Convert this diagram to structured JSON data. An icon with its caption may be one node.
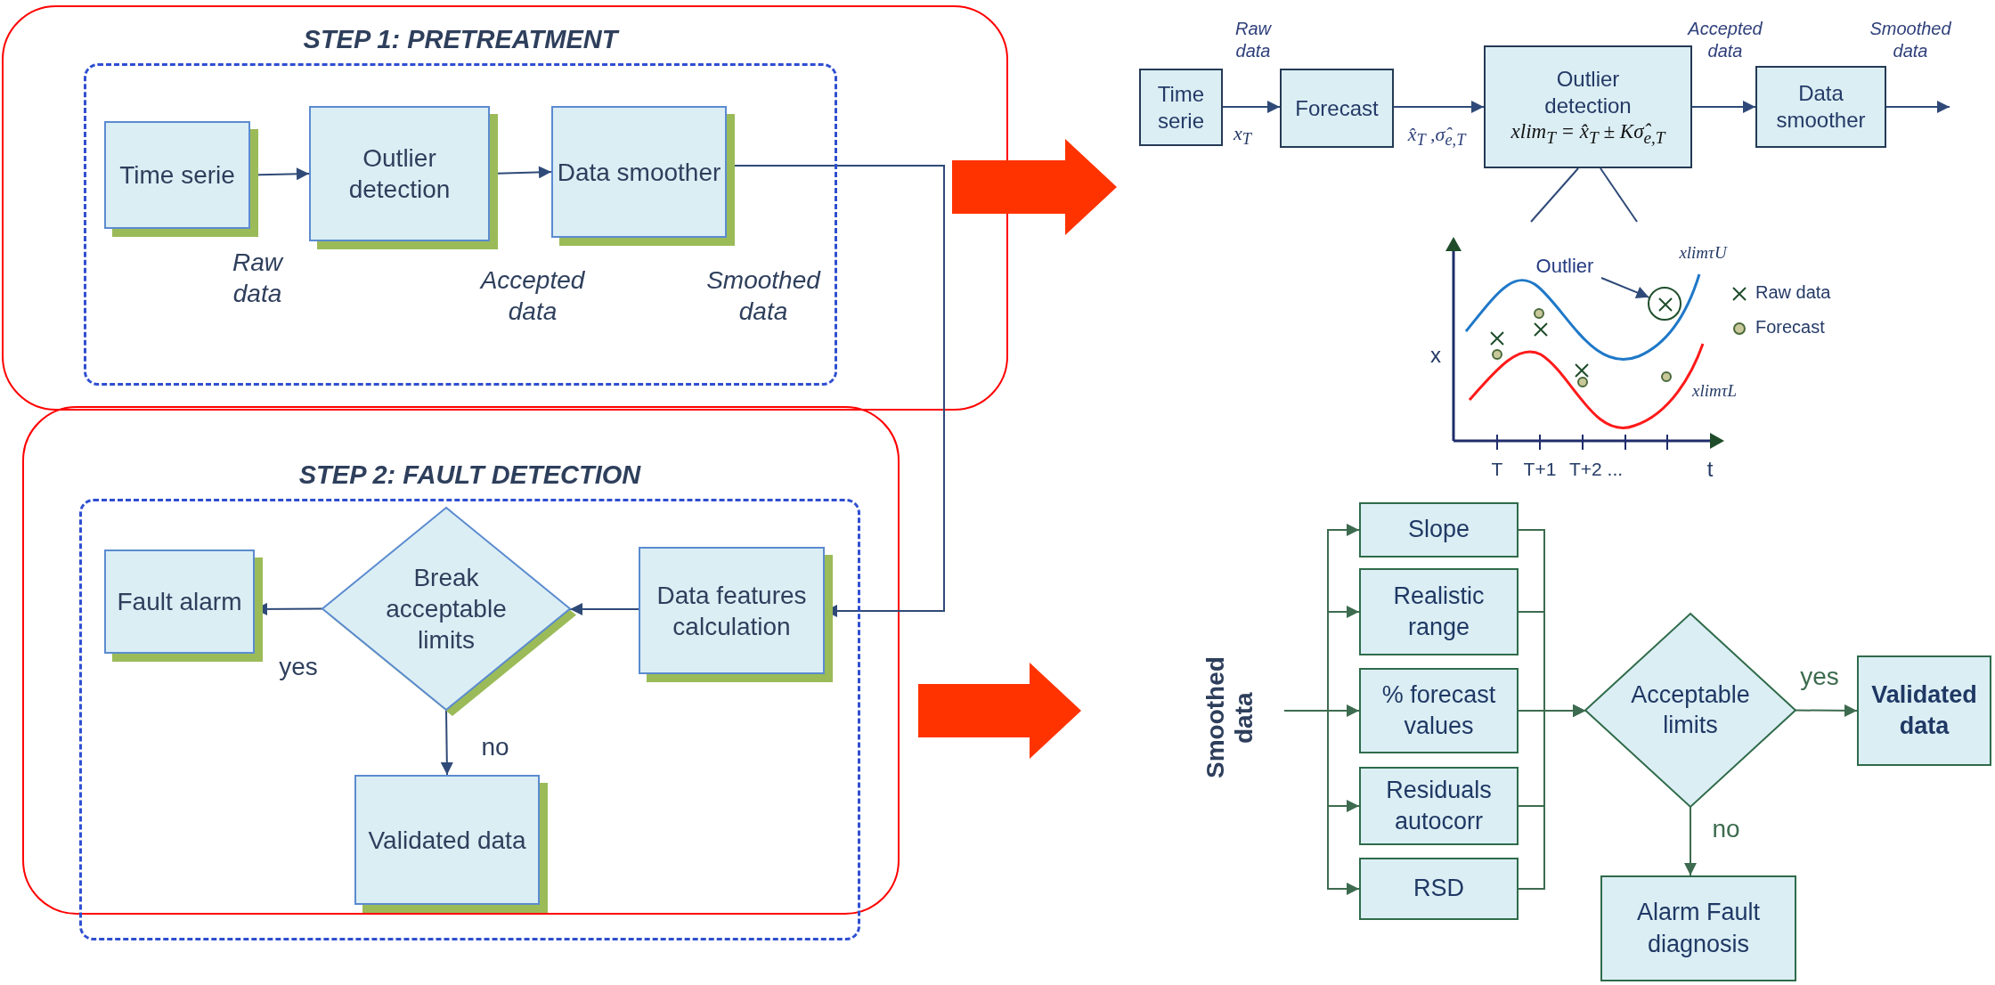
{
  "diagram": {
    "nodes": [
      {
        "text": [
          "STEP 1: PRETREATMENT"
        ]
      },
      {
        "text": [
          "Time serie"
        ],
        "in": 0
      },
      {
        "text": [
          "Outlier detection"
        ],
        "in": 0
      },
      {
        "text": [
          "Data smoother"
        ],
        "in": 0
      },
      {
        "text": [
          "STEP 2: FAULT DETECTION"
        ]
      },
      {
        "text": [
          "Fault alarm"
        ],
        "in": 4
      },
      {
        "text": [
          "Break acceptable limits"
        ],
        "in": 4
      },
      {
        "text": [
          "Data features calculation"
        ],
        "in": 4
      },
      {
        "text": [
          "Validated data"
        ],
        "in": 4
      },
      {
        "text": [
          "Time serie"
        ]
      },
      {
        "text": [
          "Forecast"
        ]
      },
      {
        "text": [
          "Outlier detection",
          "xlim$_{T}$ = x̂$_{T}$ ± Kσ̂$_{e,T}$"
        ]
      },
      {
        "text": [
          "Data smoother"
        ]
      },
      {
        "text": [],
        "shape": "picture"
      },
      {
        "text": [
          "Outlier"
        ],
        "in": 13
      },
      {
        "text": [],
        "shape": "circle",
        "in": 13
      },
      {
        "text": [
          "Smoothed data"
        ]
      },
      {
        "text": [
          "Slope"
        ]
      },
      {
        "text": [
          "Realistic range"
        ]
      },
      {
        "text": [
          "% forecast values"
        ]
      },
      {
        "text": [
          "Residuals autocorr"
        ]
      },
      {
        "text": [
          "RSD"
        ]
      },
      {
        "text": [
          "Acceptable limits"
        ]
      },
      {
        "text": [
          "Validated data"
        ]
      },
      {
        "text": [
          "Alarm Fault diagnosis"
        ]
      }
    ],
    "edges": [
      {
        "from": 1,
        "to": 2,
        "arrow": "to",
        "label": "Raw data"
      },
      {
        "from": 2,
        "to": 3,
        "arrow": "to",
        "label": "Accepted data"
      },
      {
        "from": 3,
        "to": 7,
        "arrow": "to",
        "label": "Smoothed data"
      },
      {
        "from": 7,
        "to": 6,
        "arrow": "to"
      },
      {
        "from": 6,
        "to": 5,
        "arrow": "to",
        "label": "yes"
      },
      {
        "from": 6,
        "to": 8,
        "arrow": "to",
        "label": "no"
      },
      {
        "from": 9,
        "to": 10,
        "arrow": "to",
        "label": "Raw data"
      },
      {
        "from": 10,
        "to": 11,
        "arrow": "to",
        "label": "x̂$_{T}$ ,σ̂$_{e,T}$"
      },
      {
        "from": 11,
        "to": 12,
        "arrow": "to",
        "label": "Accepted data"
      },
      {
        "from": 12,
        "to": null,
        "arrow": "to",
        "label": "Smoothed data"
      },
      {
        "from": 14,
        "to": 15,
        "arrow": "to"
      },
      {
        "from": 16,
        "to": 17,
        "arrow": "to",
        "color": "#3d6b4f"
      },
      {
        "from": 16,
        "to": 18,
        "arrow": "to",
        "color": "#3d6b4f"
      },
      {
        "from": 16,
        "to": 19,
        "arrow": "to",
        "color": "#3d6b4f"
      },
      {
        "from": 16,
        "to": 20,
        "arrow": "to",
        "color": "#3d6b4f"
      },
      {
        "from": 16,
        "to": 21,
        "arrow": "to",
        "color": "#3d6b4f"
      },
      {
        "from": 17,
        "to": 22,
        "arrow": "to",
        "color": "#3d6b4f"
      },
      {
        "from": 18,
        "to": 22,
        "arrow": "to",
        "color": "#3d6b4f"
      },
      {
        "from": 19,
        "to": 22,
        "arrow": "to",
        "color": "#3d6b4f"
      },
      {
        "from": 20,
        "to": 22,
        "arrow": "to",
        "color": "#3d6b4f"
      },
      {
        "from": 21,
        "to": 22,
        "arrow": "to",
        "color": "#3d6b4f"
      },
      {
        "from": 22,
        "to": 23,
        "arrow": "to",
        "label": "yes",
        "color": "#3d6b4f"
      },
      {
        "from": 22,
        "to": 24,
        "arrow": "to",
        "label": "no",
        "color": "#3d6b4f"
      },
      {
        "from": 11,
        "to": 13,
        "arrow": "none"
      },
      {
        "from": 11,
        "to": 13,
        "arrow": "none"
      }
    ],
    "labels": [
      "x$_{T}$",
      "xlimτU",
      "x",
      "xlimτL",
      "T",
      "T+1",
      "T+2 ...",
      "t"
    ],
    "legend": [
      {
        "text": "Raw data"
      },
      {
        "text": "Forecast"
      }
    ]
  }
}
